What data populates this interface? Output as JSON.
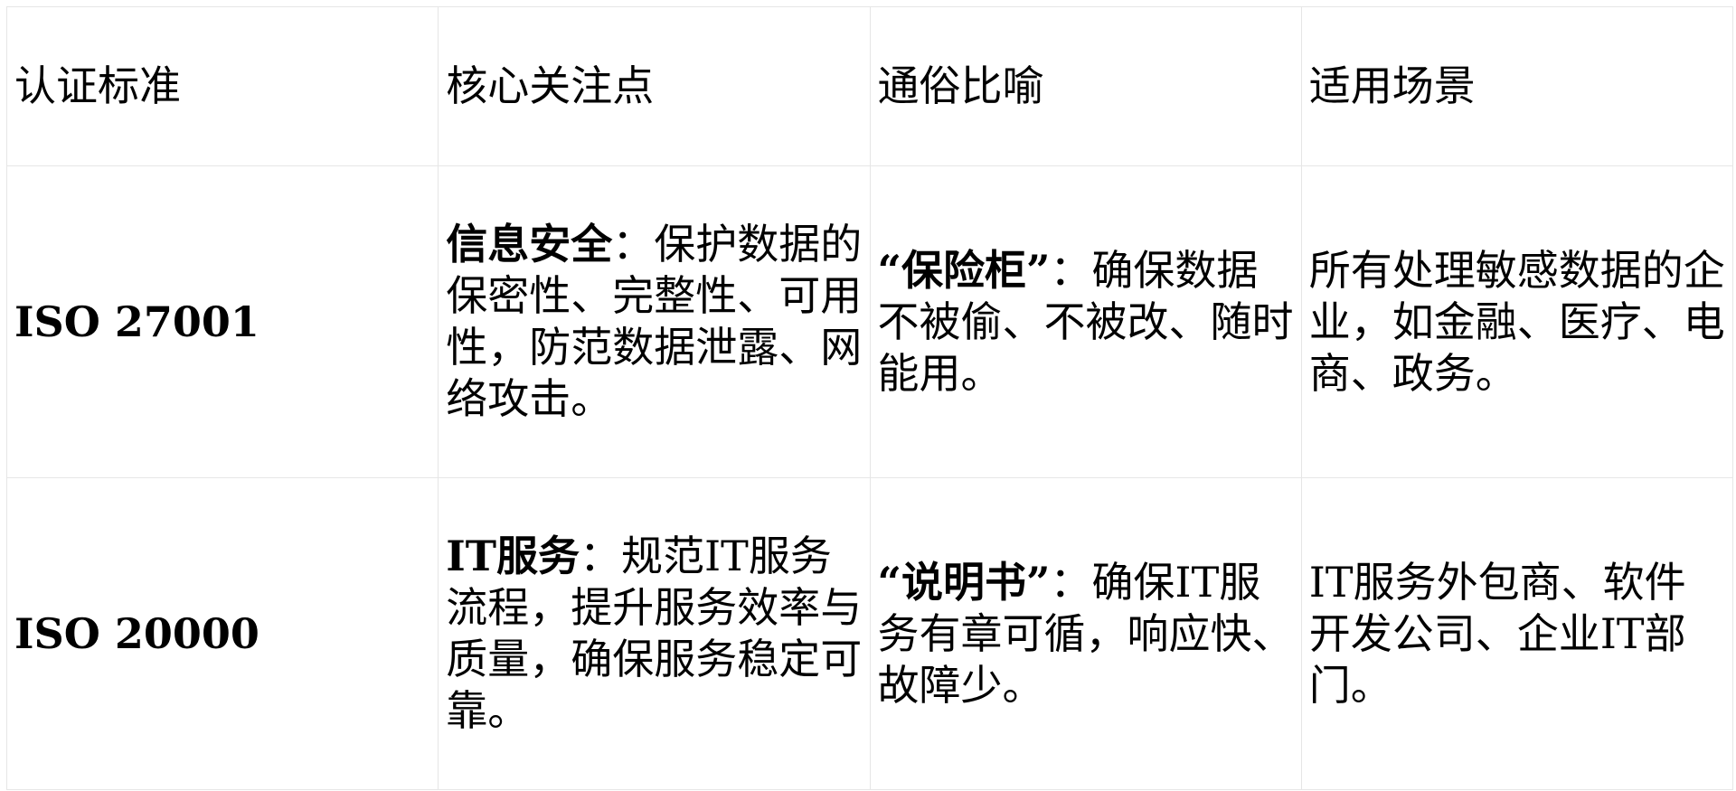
{
  "headers": [
    "认证标准",
    "核心关注点",
    "通俗比喻",
    "适用场景"
  ],
  "rows": [
    {
      "standard": "ISO 27001",
      "focus_bold": "信息安全",
      "focus_text": "：保护数据的保密性、完整性、可用性，防范数据泄露、网络攻击。",
      "metaphor_bold": "“保险柜”",
      "metaphor_text": "：确保数据不被偷、不被改、随时能用。",
      "scenario": "所有处理敏感数据的企业，如金融、医疗、电商、政务。"
    },
    {
      "standard": "ISO 20000",
      "focus_bold": "IT服务",
      "focus_text": "：规范IT服务流程，提升服务效率与质量，确保服务稳定可靠。",
      "metaphor_bold": "“说明书”",
      "metaphor_text": "：确保IT服务有章可循，响应快、故障少。",
      "scenario": "IT服务外包商、软件开发公司、企业IT部门。"
    }
  ]
}
